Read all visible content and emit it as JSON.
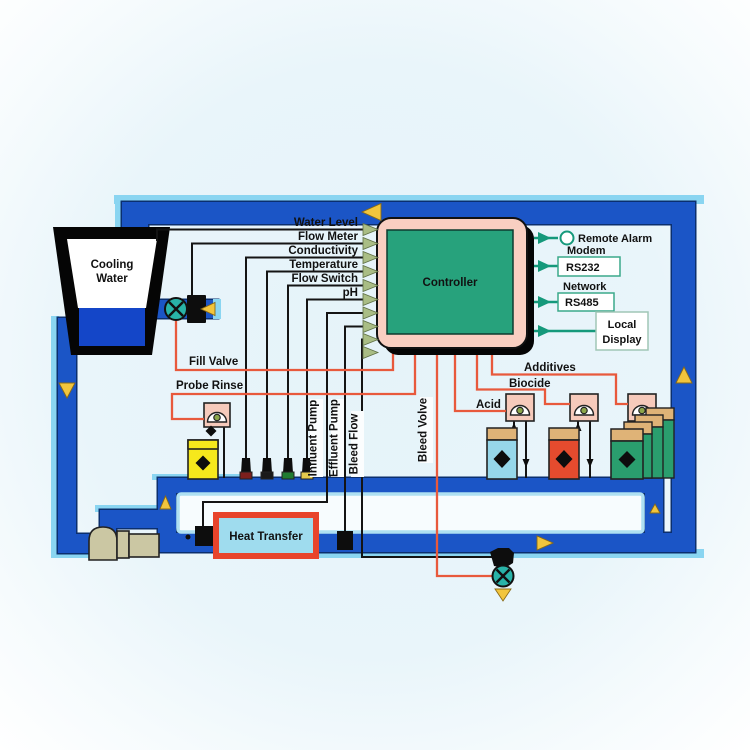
{
  "title": "Cooling water treatment controller system diagram",
  "tower": {
    "line1": "Cooling",
    "line2": "Water"
  },
  "controller": {
    "label": "Controller"
  },
  "sensors": {
    "water_level": "Water Level",
    "flow_meter": "Flow Meter",
    "conductivity": "Conductivity",
    "temperature": "Temperature",
    "flow_switch": "Flow Switch",
    "ph": "pH"
  },
  "outputs": {
    "remote_alarm": "Remote Alarm",
    "modem": "Modem",
    "rs232": "RS232",
    "network": "Network",
    "rs485": "RS485",
    "local_line1": "Local",
    "local_line2": "Display"
  },
  "actuators": {
    "fill_valve": "Fill Valve",
    "probe_rinse": "Probe Rinse",
    "influent_pump": "Influent Pump",
    "effluent_pump": "Effluent Pump",
    "bleed_flow": "Bleed Flow",
    "bleed_valve": "Bleed Volve"
  },
  "chemicals": {
    "acid": "Acid",
    "biocide": "Biocide",
    "additives": "Additives"
  },
  "heat_exchanger": {
    "label": "Heat Transfer"
  },
  "colors": {
    "pipe_blue": "#1b55c6",
    "pipe_outline": "#0b2f6e",
    "pipe_highlight": "#8ad5f1",
    "controller_body": "#f9cfc1",
    "controller_screen": "#27a27c",
    "control_wire_orange": "#e8593c",
    "signal_wire_black": "#141414",
    "output_line_teal": "#15997b",
    "valve_teal": "#29b3a8",
    "flow_arrow_gold": "#f2c53d",
    "input_arrow_sage": "#a9bd85",
    "acid_tank": "#96d7ea",
    "biocide_tank": "#e54b2e",
    "additives_tank": "#2a9e6e",
    "rinse_tank": "#f6e81c",
    "tank_cap": "#dfb377",
    "heat_fill": "#9fdcee",
    "heat_border": "#e8442b",
    "pump_pink": "#f6cabb",
    "tower_water": "#1446c8"
  }
}
